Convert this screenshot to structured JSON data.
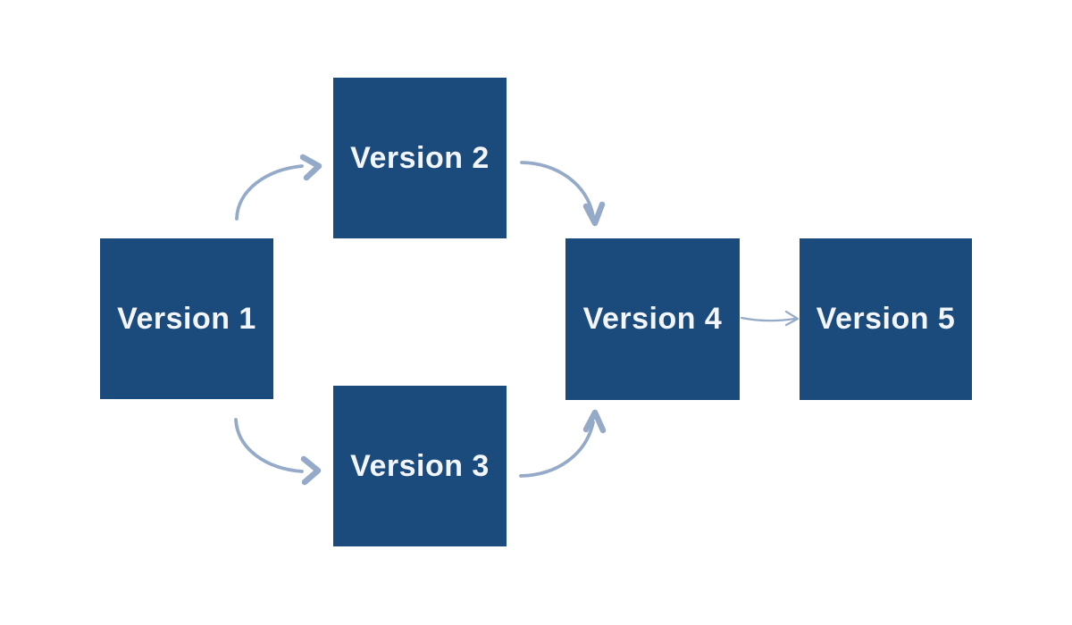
{
  "diagram": {
    "type": "flowchart",
    "nodes": [
      {
        "id": "version-1",
        "label": "Version 1"
      },
      {
        "id": "version-2",
        "label": "Version 2"
      },
      {
        "id": "version-3",
        "label": "Version 3"
      },
      {
        "id": "version-4",
        "label": "Version 4"
      },
      {
        "id": "version-5",
        "label": "Version 5"
      }
    ],
    "connections": [
      {
        "from": "Version 1",
        "to": "Version 2",
        "style": "curved-thick"
      },
      {
        "from": "Version 1",
        "to": "Version 3",
        "style": "curved-thick"
      },
      {
        "from": "Version 2",
        "to": "Version 4",
        "style": "curved-thick"
      },
      {
        "from": "Version 3",
        "to": "Version 4",
        "style": "curved-thick"
      },
      {
        "from": "Version 4",
        "to": "Version 5",
        "style": "straight-thin"
      }
    ]
  },
  "colors": {
    "node-bg": "#1B4A7C",
    "node-label": "#F2F5F9",
    "arrow": "#94AAC8",
    "background": "#FFFFFF"
  }
}
